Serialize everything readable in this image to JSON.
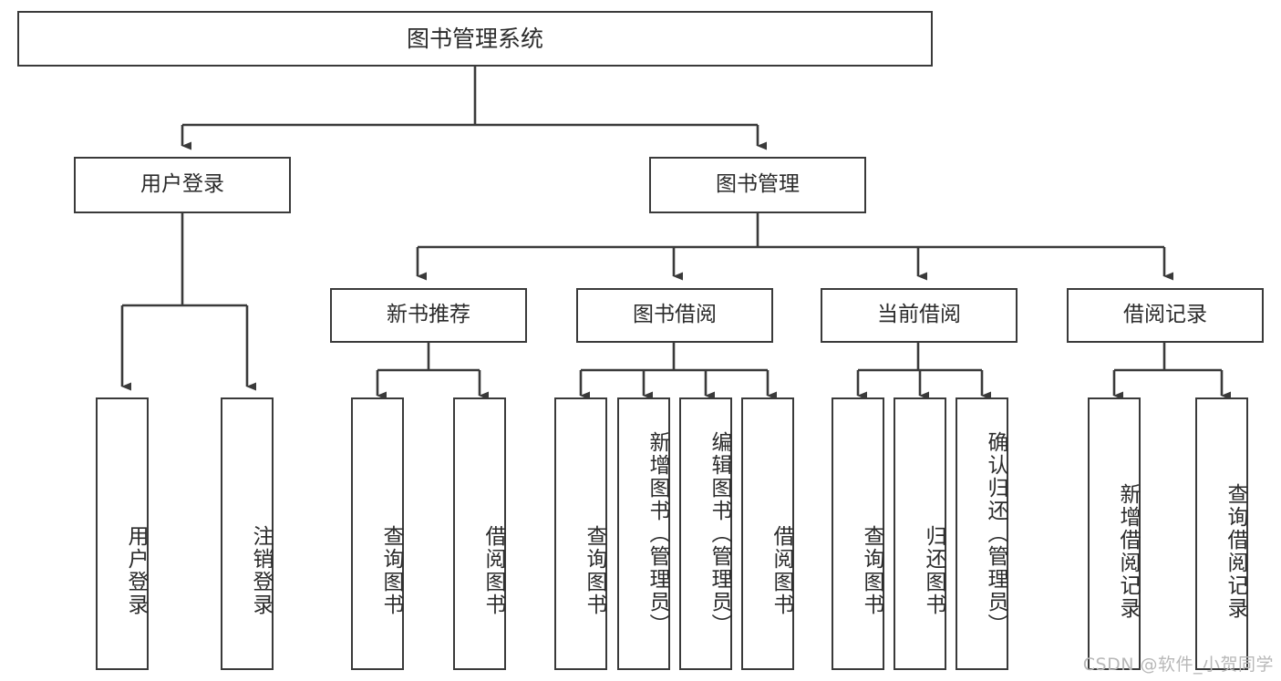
{
  "diagram": {
    "title": "图书管理系统",
    "type": "tree-hierarchy",
    "watermark": "CSDN @软件_小贺同学",
    "colors": {
      "box_border": "#3a3a3a",
      "box_fill": "#ffffff",
      "text": "#2b2b2b",
      "edge": "#3a3a3a",
      "watermark": "#b8b8b8",
      "background": "#ffffff"
    },
    "nodes": {
      "root": {
        "label": "图书管理系统"
      },
      "user_login": {
        "label": "用户登录"
      },
      "book_manage": {
        "label": "图书管理"
      },
      "new_book_rec": {
        "label": "新书推荐"
      },
      "book_borrow": {
        "label": "图书借阅"
      },
      "current_borrow": {
        "label": "当前借阅"
      },
      "borrow_record": {
        "label": "借阅记录"
      },
      "leaf_user_login": {
        "label": "用户登录"
      },
      "leaf_logout": {
        "label": "注销登录"
      },
      "leaf_query_book_1": {
        "label": "查询图书"
      },
      "leaf_borrow_book_1": {
        "label": "借阅图书"
      },
      "leaf_query_book_2": {
        "label": "查询图书"
      },
      "leaf_add_book": {
        "label": "新增图书（管理员）"
      },
      "leaf_edit_book": {
        "label": "编辑图书（管理员）"
      },
      "leaf_borrow_book_2": {
        "label": "借阅图书"
      },
      "leaf_query_book_3": {
        "label": "查询图书"
      },
      "leaf_return_book": {
        "label": "归还图书"
      },
      "leaf_confirm_return": {
        "label": "确认归还（管理员）"
      },
      "leaf_add_record": {
        "label": "新增借阅记录"
      },
      "leaf_query_record": {
        "label": "查询借阅记录"
      }
    },
    "edges": [
      {
        "from": "root",
        "to": "user_login"
      },
      {
        "from": "root",
        "to": "book_manage"
      },
      {
        "from": "user_login",
        "to": "leaf_user_login"
      },
      {
        "from": "user_login",
        "to": "leaf_logout"
      },
      {
        "from": "book_manage",
        "to": "new_book_rec"
      },
      {
        "from": "book_manage",
        "to": "book_borrow"
      },
      {
        "from": "book_manage",
        "to": "current_borrow"
      },
      {
        "from": "book_manage",
        "to": "borrow_record"
      },
      {
        "from": "new_book_rec",
        "to": "leaf_query_book_1"
      },
      {
        "from": "new_book_rec",
        "to": "leaf_borrow_book_1"
      },
      {
        "from": "book_borrow",
        "to": "leaf_query_book_2"
      },
      {
        "from": "book_borrow",
        "to": "leaf_add_book"
      },
      {
        "from": "book_borrow",
        "to": "leaf_edit_book"
      },
      {
        "from": "book_borrow",
        "to": "leaf_borrow_book_2"
      },
      {
        "from": "current_borrow",
        "to": "leaf_query_book_3"
      },
      {
        "from": "current_borrow",
        "to": "leaf_return_book"
      },
      {
        "from": "current_borrow",
        "to": "leaf_confirm_return"
      },
      {
        "from": "borrow_record",
        "to": "leaf_add_record"
      },
      {
        "from": "borrow_record",
        "to": "leaf_query_record"
      }
    ]
  }
}
